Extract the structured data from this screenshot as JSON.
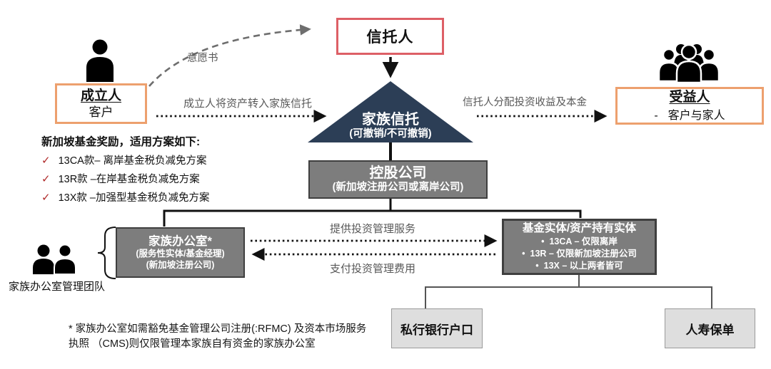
{
  "diagram": {
    "trustee": {
      "label": "信托人"
    },
    "founder": {
      "title": "成立人",
      "subtitle": "客户"
    },
    "beneficiary": {
      "title": "受益人",
      "dash": "-",
      "subtitle": "客户与家人"
    },
    "trust": {
      "title": "家族信托",
      "subtitle": "(可撤销/不可撤销)"
    },
    "holding": {
      "title": "控股公司",
      "subtitle": "(新加坡注册公司或离岸公司)"
    },
    "family_office": {
      "title": "家族办公室*",
      "line2": "(服务性实体/基金经理)",
      "line3": "(新加坡注册公司)"
    },
    "fund_entity": {
      "title": "基金实体/资产持有实体",
      "items": [
        "13CA – 仅限离岸",
        "13R – 仅限新加坡注册公司",
        "13X – 以上两者皆可"
      ]
    },
    "accounts": {
      "bank": "私行银行户口",
      "insurance": "人寿保单"
    },
    "incentives": {
      "header": "新加坡基金奖励，适用方案如下:",
      "items": [
        "13CA款– 离岸基金税负减免方案",
        "13R款 –在岸基金税负减免方案",
        "13X款 –加强型基金税负减免方案"
      ]
    },
    "flow_labels": {
      "wishes": "意愿书",
      "founder_transfer": "成立人将资产转入家族信托",
      "trustee_distribution": "信托人分配投资收益及本金",
      "provide_service": "提供投资管理服务",
      "pay_fee": "支付投资管理费用",
      "office_team": "家族办公室管理团队"
    },
    "footnote": "* 家族办公室如需豁免基金管理公司注册(:RFMC) 及资本市场服务执照 （CMS)则仅限管理本家族自有资金的家族办公室",
    "glyphs": {
      "check": "✓",
      "bullet": "•"
    },
    "colors": {
      "trustee-border": "#dd5f66",
      "client-border": "#eda06e",
      "triangle": "#2c3e56",
      "gray-box": "#7d7d7d",
      "gray-box-border": "#3f3f3f",
      "light-box": "#dedede",
      "light-box-border": "#9a9a9a",
      "check": "#b02a2a",
      "label-gray": "#595959"
    }
  }
}
